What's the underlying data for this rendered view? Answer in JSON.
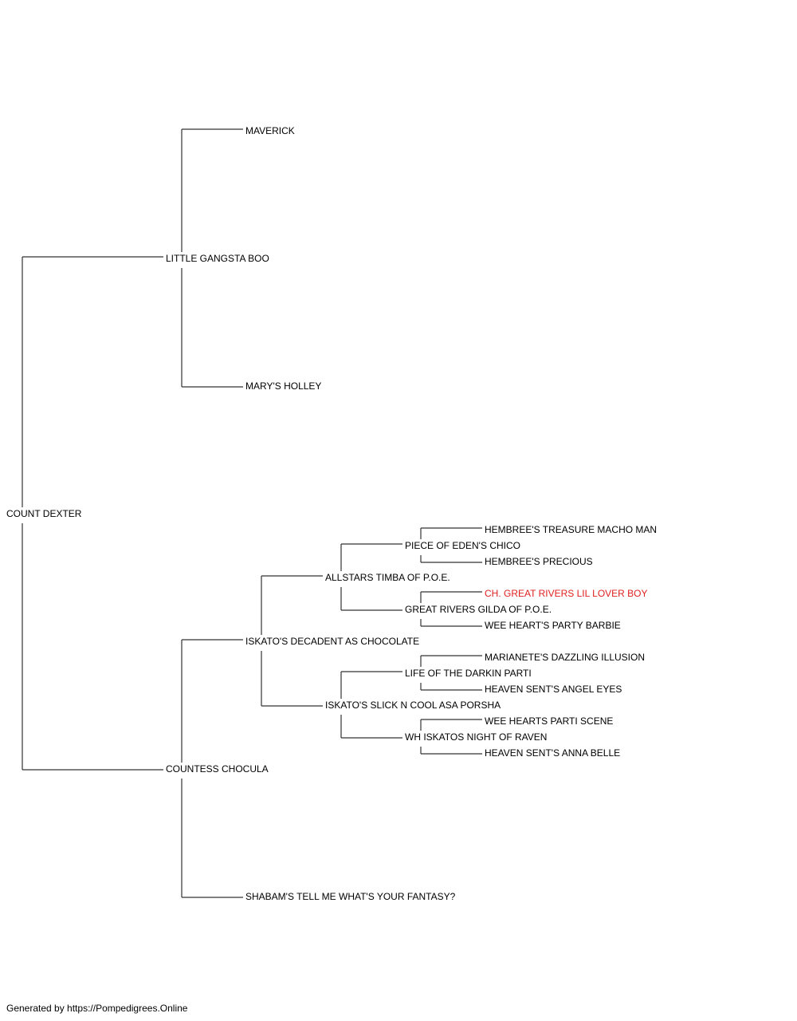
{
  "colors": {
    "line": "#333333",
    "text": "#000000",
    "highlight": "#e02020",
    "background": "#ffffff"
  },
  "pedigree": {
    "subject": "COUNT DEXTER",
    "sire": "LITTLE GANGSTA BOO",
    "sire_sire": "MAVERICK",
    "sire_dam": "MARY'S HOLLEY",
    "dam": "COUNTESS CHOCULA",
    "dam_sire": "ISKATO'S DECADENT AS CHOCOLATE",
    "dam_dam": "SHABAM'S TELL ME WHAT'S YOUR FANTASY?",
    "dam_sire_sire": "ALLSTARS TIMBA OF P.O.E.",
    "dam_sire_dam": "ISKATO'S SLICK N COOL ASA PORSHA",
    "dam_sire_sire_sire": "PIECE OF EDEN'S CHICO",
    "dam_sire_sire_dam": "GREAT RIVERS GILDA OF P.O.E.",
    "dam_sire_dam_sire": "LIFE OF THE DARKIN PARTI",
    "dam_sire_dam_dam": "WH ISKATOS NIGHT OF RAVEN",
    "g5": [
      "HEMBREE'S TREASURE MACHO MAN",
      "HEMBREE'S PRECIOUS",
      "CH. GREAT RIVERS LIL LOVER BOY",
      "WEE HEART'S PARTY BARBIE",
      "MARIANETE'S DAZZLING ILLUSION",
      "HEAVEN SENT'S ANGEL EYES",
      "WEE HEARTS PARTI SCENE",
      "HEAVEN SENT'S ANNA BELLE"
    ]
  },
  "footer": "Generated by https://Pompedigrees.Online"
}
